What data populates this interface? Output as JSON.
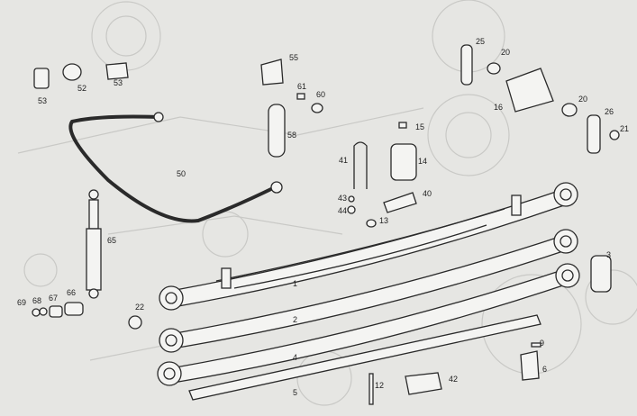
{
  "title": "Rear leaf spring suspension exploded parts diagram",
  "callouts": {
    "p25": "25",
    "p20a": "20",
    "p16": "16",
    "p20b": "20",
    "p26": "26",
    "p21": "21",
    "p55": "55",
    "p61": "61",
    "p60": "60",
    "p58": "58",
    "p53a": "53",
    "p52": "52",
    "p53b": "53",
    "p50": "50",
    "p15": "15",
    "p41": "41",
    "p14": "14",
    "p43": "43",
    "p44": "44",
    "p40": "40",
    "p13": "13",
    "p65": "65",
    "p69": "69",
    "p68": "68",
    "p67": "67",
    "p66": "66",
    "p22": "22",
    "p1": "1",
    "p2": "2",
    "p4": "4",
    "p5": "5",
    "p3": "3",
    "p9": "9",
    "p6": "6",
    "p12": "12",
    "p42": "42"
  }
}
